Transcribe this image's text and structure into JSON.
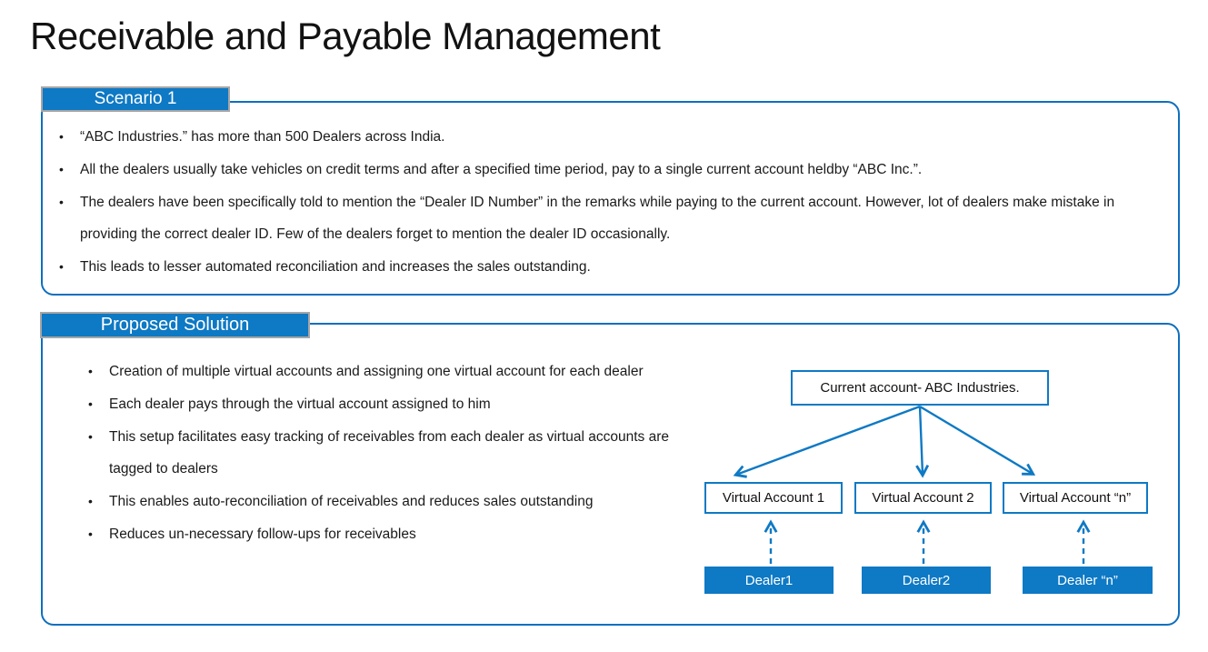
{
  "page": {
    "title": "Receivable and Payable Management"
  },
  "colors": {
    "accent_blue": "#0e79c4",
    "panel_border_blue": "#0e6fbe",
    "tab_border_gray": "#a6a6a6",
    "text": "#1a1a1a",
    "tab_text": "#ffffff"
  },
  "scenario": {
    "tab_label": "Scenario 1",
    "bullets": [
      "“ABC Industries.” has more than 500 Dealers across India.",
      "All the dealers usually take vehicles on credit terms and after a specified time period, pay to a single current account heldby “ABC Inc.”.",
      "The dealers have been specifically told to mention the “Dealer ID Number” in the remarks while paying to the current account. However, lot of dealers make mistake in providing the correct dealer ID. Few of the dealers forget to mention the dealer ID occasionally.",
      "This leads to lesser automated reconciliation and increases the sales outstanding."
    ]
  },
  "solution": {
    "tab_label": "Proposed Solution",
    "bullets": [
      "Creation of multiple virtual accounts and assigning one virtual account for each dealer",
      "Each dealer pays through the virtual account assigned to him",
      "This setup facilitates easy tracking of receivables from each dealer as virtual accounts are tagged to dealers",
      "This enables auto-reconciliation of receivables and reduces sales outstanding",
      "Reduces un-necessary follow-ups for receivables"
    ]
  },
  "diagram": {
    "root_label": "Current account- ABC Industries.",
    "virtual_accounts": [
      "Virtual Account 1",
      "Virtual Account 2",
      "Virtual Account “n”"
    ],
    "dealers": [
      "Dealer1",
      "Dealer2",
      "Dealer “n”"
    ]
  }
}
